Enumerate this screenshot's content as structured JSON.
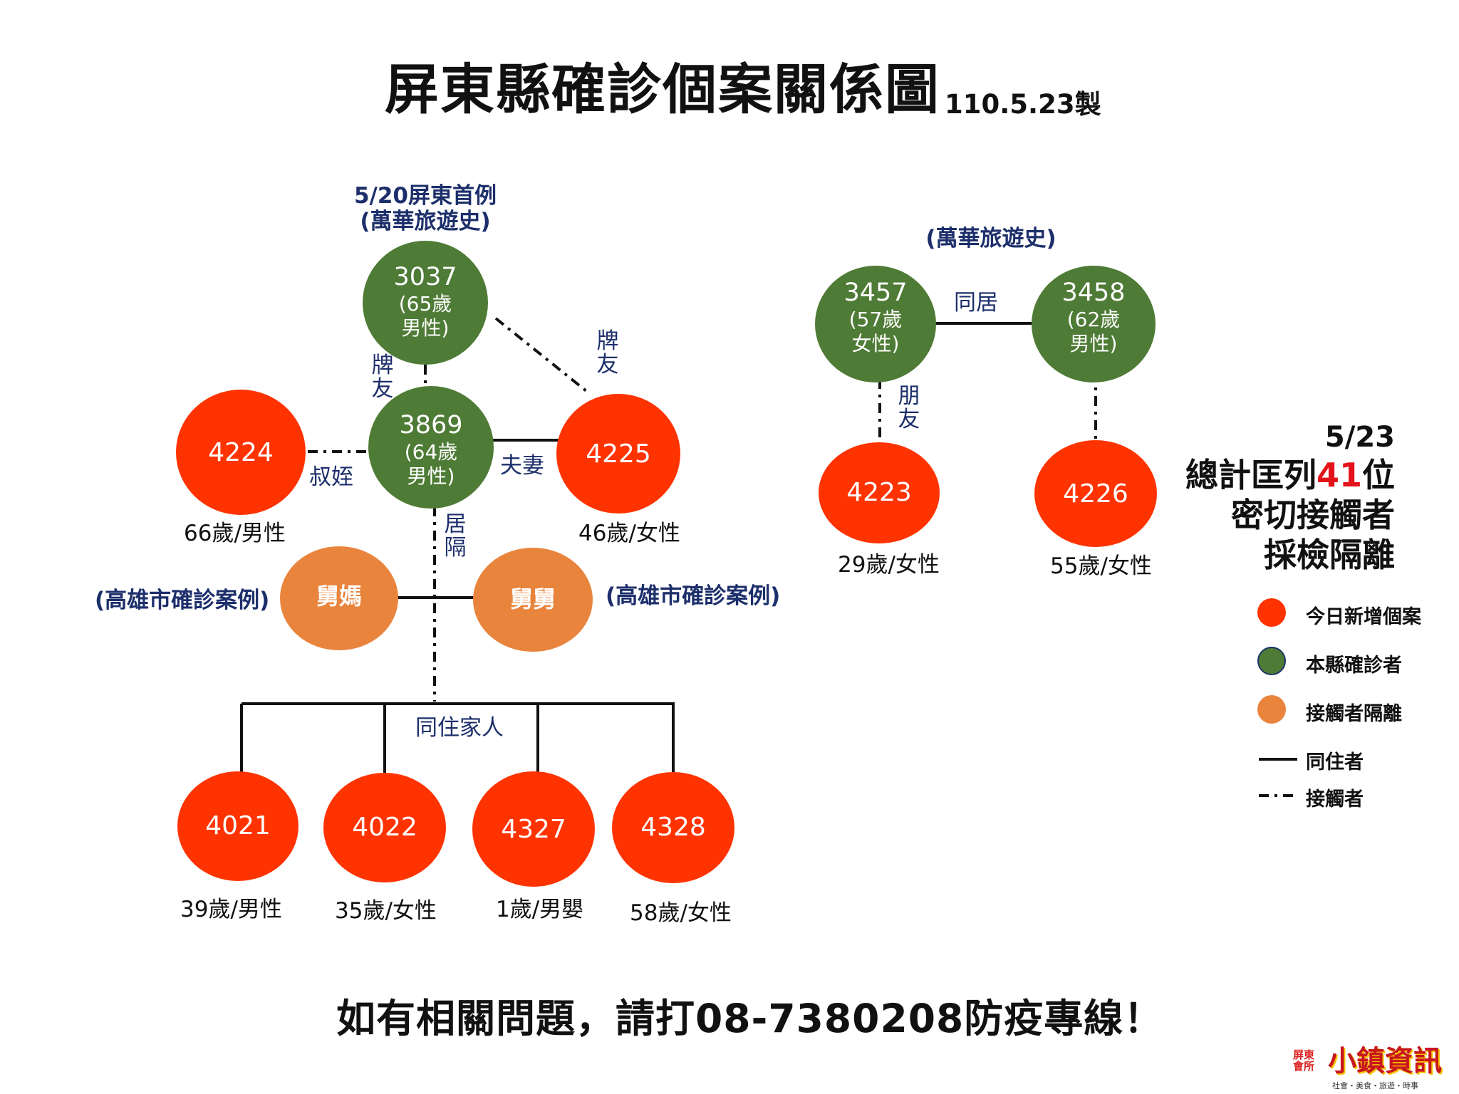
{
  "title": "屏東縣確診個案關係圖",
  "title_date": "110.5.23製",
  "colors": {
    "new_case": "#ff3300",
    "confirmed": "#4e7b35",
    "contact_isolation": "#e9843d",
    "annotation_text": "#1d2f6b",
    "highlight": "#e3121b"
  },
  "nodes": {
    "n3037": {
      "id": "3037",
      "age": "(65歲",
      "sex": "男性)"
    },
    "n3869": {
      "id": "3869",
      "age": "(64歲",
      "sex": "男性)"
    },
    "n4224": {
      "id": "4224"
    },
    "n4225": {
      "id": "4225"
    },
    "aunt": {
      "id": "舅媽"
    },
    "uncle": {
      "id": "舅舅"
    },
    "n4021": {
      "id": "4021"
    },
    "n4022": {
      "id": "4022"
    },
    "n4327": {
      "id": "4327"
    },
    "n4328": {
      "id": "4328"
    },
    "n3457": {
      "id": "3457",
      "age": "(57歲",
      "sex": "女性)"
    },
    "n3458": {
      "id": "3458",
      "age": "(62歲",
      "sex": "男性)"
    },
    "n4223": {
      "id": "4223"
    },
    "n4226": {
      "id": "4226"
    }
  },
  "notes": {
    "first_case_line1": "5/20屏東首例",
    "first_case_line2": "(萬華旅遊史)",
    "wanhua_right": "(萬華旅遊史)",
    "kaohsiung_left": "(高雄市確診案例)",
    "kaohsiung_right": "(高雄市確診案例)"
  },
  "relations": {
    "card_friend_left": "牌友",
    "card_friend_right": "牌友",
    "uncle_nephew": "叔姪",
    "couple": "夫妻",
    "live_apart": "居隔",
    "household": "同住家人",
    "cohabit": "同居",
    "friend": "朋友"
  },
  "demographics": {
    "d4224": "66歲/男性",
    "d4225": "46歲/女性",
    "d4021": "39歲/男性",
    "d4022": "35歲/女性",
    "d4327": "1歲/男嬰",
    "d4328": "58歲/女性",
    "d4223": "29歲/女性",
    "d4226": "55歲/女性"
  },
  "summary": {
    "date": "5/23",
    "line1_pre": "總計匡列",
    "count": "41",
    "line1_post": "位",
    "line2": "密切接觸者",
    "line3": "採檢隔離"
  },
  "legend": {
    "new_case": "今日新增個案",
    "confirmed": "本縣確診者",
    "isolation": "接觸者隔離",
    "cohabitant": "同住者",
    "contact": "接觸者"
  },
  "footer": "如有相關問題，請打08-7380208防疫專線！",
  "logo": {
    "tag": "屏東會所",
    "name": "小鎮資訊",
    "sub": "社會・美食・旅遊・時事"
  }
}
